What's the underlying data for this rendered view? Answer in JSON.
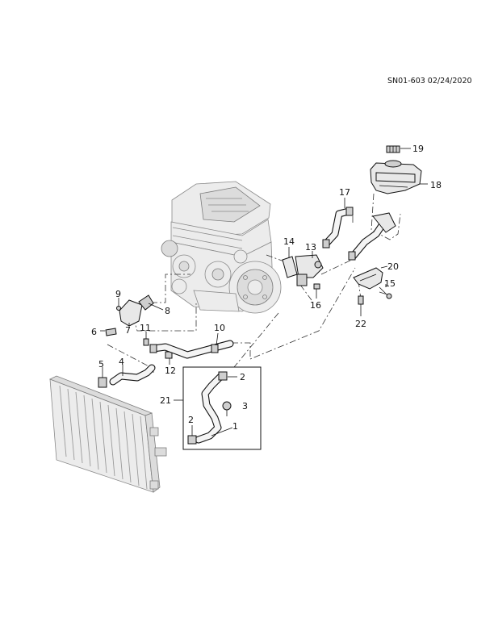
{
  "document_ref": "SN01-603 02/24/2020",
  "callouts": {
    "c1": "1",
    "c2a": "2",
    "c2b": "2",
    "c3": "3",
    "c4": "4",
    "c5": "5",
    "c6": "6",
    "c7": "7",
    "c8": "8",
    "c9": "9",
    "c10": "10",
    "c11": "11",
    "c12": "12",
    "c13": "13",
    "c14": "14",
    "c15": "15",
    "c16": "16",
    "c17": "17",
    "c18": "18",
    "c19": "19",
    "c20": "20",
    "c21": "21",
    "c22": "22"
  }
}
